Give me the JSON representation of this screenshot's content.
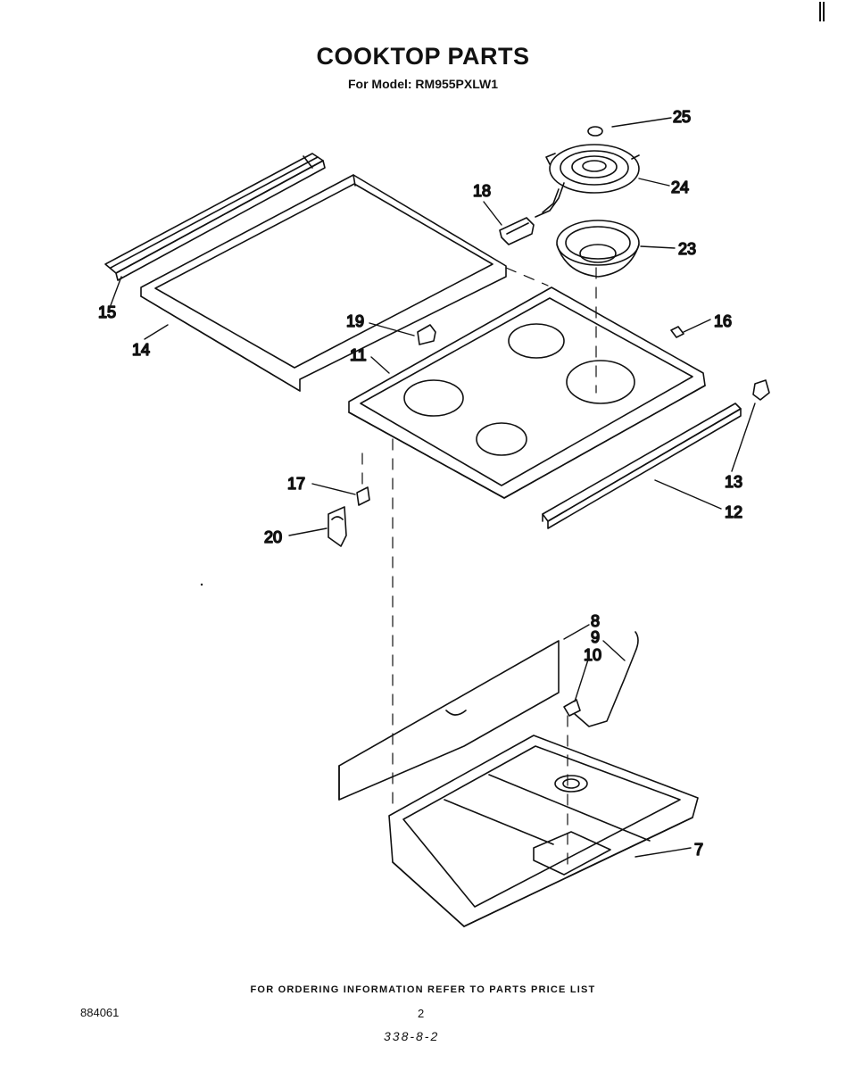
{
  "header": {
    "title": "COOKTOP PARTS",
    "model_line": "For Model: RM955PXLW1"
  },
  "callouts": {
    "p25": "25",
    "p24": "24",
    "p23": "23",
    "p18": "18",
    "p15": "15",
    "p14": "14",
    "p19": "19",
    "p16": "16",
    "p11": "11",
    "p13": "13",
    "p12": "12",
    "p17": "17",
    "p20": "20",
    "p8": "8",
    "p9": "9",
    "p10": "10",
    "p7": "7"
  },
  "footer": {
    "ordering_note": "FOR ORDERING INFORMATION REFER TO PARTS PRICE LIST",
    "doc_number": "884061",
    "page_number": "2",
    "handwritten_code": "338-8-2"
  }
}
